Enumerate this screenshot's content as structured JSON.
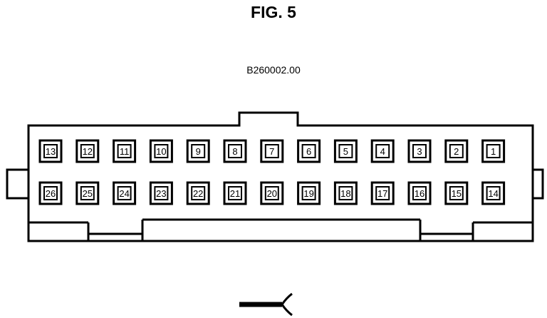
{
  "figure": {
    "title": "FIG. 5",
    "reference_code": "B260002.00"
  },
  "connector": {
    "top_row_pins": [
      "13",
      "12",
      "11",
      "10",
      "9",
      "8",
      "7",
      "6",
      "5",
      "4",
      "3",
      "2",
      "1"
    ],
    "bottom_row_pins": [
      "26",
      "25",
      "24",
      "23",
      "22",
      "21",
      "20",
      "19",
      "18",
      "17",
      "16",
      "15",
      "14"
    ]
  },
  "colors": {
    "line": "#000000",
    "background": "#ffffff"
  },
  "icons": {
    "orientation_marker": "key-arrow-icon"
  }
}
